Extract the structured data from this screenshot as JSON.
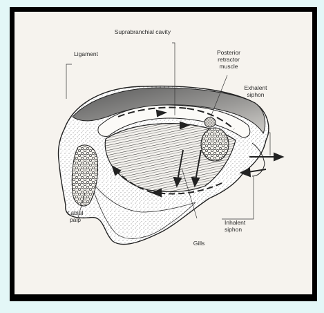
{
  "labels": {
    "suprabranchial_cavity": "Suprabranchial cavity",
    "ligament": "Ligament",
    "posterior_retractor_muscle": "Posterior\nretractor\nmuscle",
    "exhalent_siphon": "Exhalent\nsiphon",
    "labial_palp": "Labial\npalp",
    "inhalent_siphon": "Inhalent\nsiphon",
    "gills": "Gills"
  },
  "colors": {
    "page_background": "#e3f7f7",
    "frame": "#000000",
    "paper": "#f6f3ee",
    "ink": "#2a2a2a"
  }
}
